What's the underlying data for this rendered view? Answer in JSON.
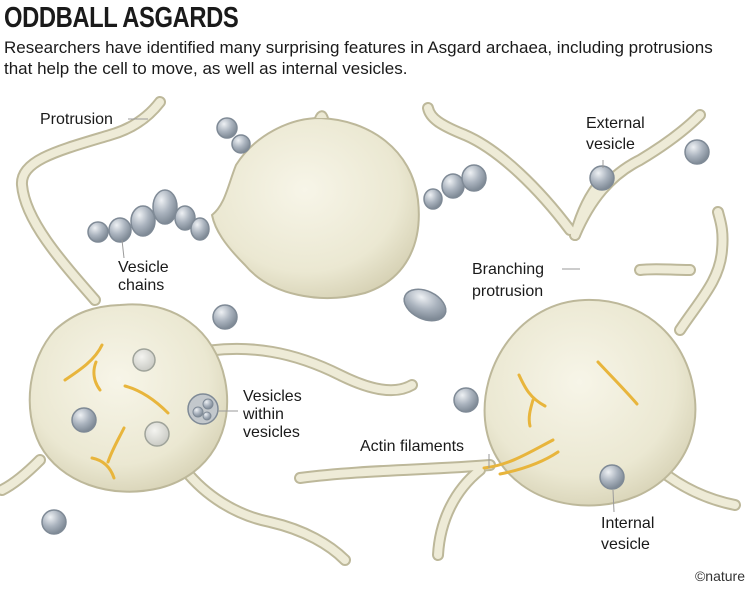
{
  "header": {
    "title": "ODDBALL ASGARDS",
    "subtitle": "Researchers have identified many surprising features in Asgard archaea, including protrusions that help the cell to move, as well as internal vesicles."
  },
  "labels": {
    "protrusion": "Protrusion",
    "vesicle_chains_1": "Vesicle",
    "vesicle_chains_2": "chains",
    "vesicles_within_1": "Vesicles",
    "vesicles_within_2": "within",
    "vesicles_within_3": "vesicles",
    "external_vesicle_1": "External",
    "external_vesicle_2": "vesicle",
    "branching_1": "Branching",
    "branching_2": "protrusion",
    "actin": "Actin filaments",
    "internal_vesicle_1": "Internal",
    "internal_vesicle_2": "vesicle"
  },
  "credit": "©nature",
  "colors": {
    "cell_fill": "#ece9d4",
    "cell_outline": "#bdb89a",
    "vesicle_fill": "#b4bcc6",
    "filament": "#e8b53c",
    "leader_line": "#9a9a9a"
  }
}
